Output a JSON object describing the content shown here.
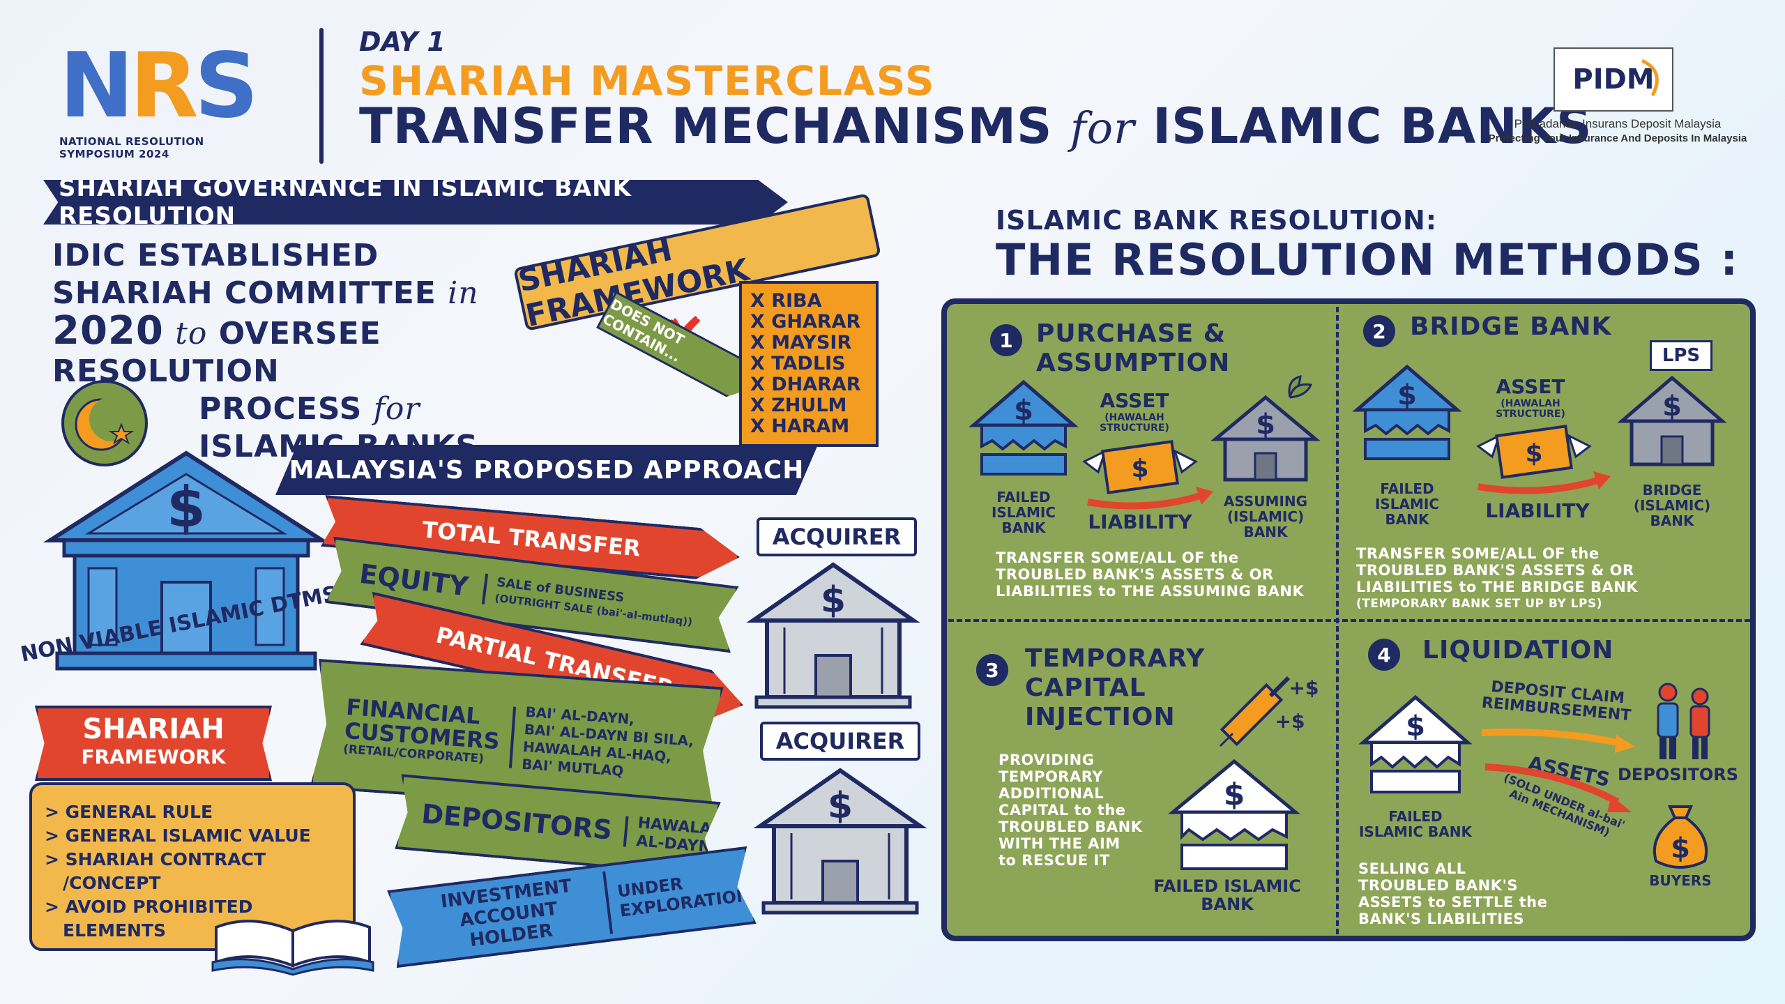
{
  "header": {
    "logo_letters": "NRS",
    "logo_subtitle": "NATIONAL RESOLUTION SYMPOSIUM 2024",
    "day": "DAY 1",
    "masterclass": "SHARIAH MASTERCLASS",
    "title_part1": "TRANSFER MECHANISMS",
    "title_for": "for",
    "title_part2": "ISLAMIC BANKS",
    "pidm_logo": "PIDM",
    "pidm_name": "Perbadanan Insurans Deposit Malaysia",
    "pidm_tagline": "Protecting Your Insurance And Deposits In Malaysia"
  },
  "left": {
    "governance_banner": "SHARIAH GOVERNANCE IN ISLAMIC BANK RESOLUTION",
    "idic_line1": "IDIC ESTABLISHED",
    "idic_line2a": "SHARIAH COMMITTEE",
    "idic_line2b": "in",
    "idic_line3a": "2020",
    "idic_line3b": "to",
    "idic_line3c": "OVERSEE RESOLUTION",
    "idic_line4a": "PROCESS",
    "idic_line4b": "for",
    "idic_line5": "ISLAMIC BANKS",
    "shariah_framework_scroll": "SHARIAH FRAMEWORK",
    "does_not_contain": "DOES NOT CONTAIN...",
    "prohibited": [
      "X RIBA",
      "X GHARAR",
      "X MAYSIR",
      "X TADLIS",
      "X DHARAR",
      "X ZHULM",
      "X HARAM"
    ],
    "non_viable": "NON VIABLE ISLAMIC DTMS",
    "proposed_approach": "MALAYSIA'S PROPOSED APPROACH",
    "total_transfer": "TOTAL TRANSFER",
    "equity_key": "EQUITY",
    "equity_value1": "SALE of BUSINESS",
    "equity_value2": "(OUTRIGHT SALE (bai'-al-mutlaq))",
    "partial_transfer": "PARTIAL TRANSFER",
    "financial_key1": "FINANCIAL",
    "financial_key2": "CUSTOMERS",
    "financial_key3": "(RETAIL/CORPORATE)",
    "financial_values": [
      "BAI' AL-DAYN,",
      "BAI' AL-DAYN BI SILA,",
      "HAWALAH AL-HAQ,",
      "BAI' MUTLAQ"
    ],
    "depositors_key": "DEPOSITORS",
    "depositors_value1": "HAWALAH",
    "depositors_value2": "AL-DAYN",
    "investment_key1": "INVESTMENT",
    "investment_key2": "ACCOUNT HOLDER",
    "investment_value1": "UNDER",
    "investment_value2": "EXPLORATION",
    "acquirer1": "ACQUIRER",
    "acquirer2": "ACQUIRER",
    "sf_title1": "SHARIAH",
    "sf_title2": "FRAMEWORK",
    "sf_items": [
      "> GENERAL RULE",
      "> GENERAL ISLAMIC VALUE",
      "> SHARIAH CONTRACT",
      "/CONCEPT",
      "> AVOID PROHIBITED",
      "ELEMENTS"
    ]
  },
  "right": {
    "subtitle": "ISLAMIC BANK RESOLUTION:",
    "title": "THE RESOLUTION METHODS :",
    "m1": {
      "num": "1",
      "title1": "PURCHASE &",
      "title2": "ASSUMPTION",
      "asset": "ASSET",
      "asset_sub": "(HAWALAH STRUCTURE)",
      "failed": [
        "FAILED",
        "ISLAMIC",
        "BANK"
      ],
      "liability": "LIABILITY",
      "assuming": [
        "ASSUMING",
        "(ISLAMIC)",
        "BANK"
      ],
      "desc": [
        "TRANSFER SOME/ALL OF the",
        "TROUBLED BANK'S ASSETS & OR",
        "LIABILITIES to THE ASSUMING BANK"
      ]
    },
    "m2": {
      "num": "2",
      "title": "BRIDGE BANK",
      "lps": "LPS",
      "asset": "ASSET",
      "asset_sub": "(HAWALAH STRUCTURE)",
      "failed": [
        "FAILED",
        "ISLAMIC",
        "BANK"
      ],
      "liability": "LIABILITY",
      "bridge": [
        "BRIDGE",
        "(ISLAMIC)",
        "BANK"
      ],
      "desc": [
        "TRANSFER SOME/ALL OF the",
        "TROUBLED BANK'S ASSETS & OR",
        "LIABILITIES to THE BRIDGE BANK",
        "(TEMPORARY BANK SET UP BY LPS)"
      ]
    },
    "m3": {
      "num": "3",
      "title1": "TEMPORARY",
      "title2": "CAPITAL",
      "title3": "INJECTION",
      "desc": [
        "PROVIDING",
        "TEMPORARY",
        "ADDITIONAL",
        "CAPITAL to the",
        "TROUBLED BANK",
        "WITH THE AIM",
        "to RESCUE IT"
      ],
      "failed": [
        "FAILED ISLAMIC",
        "BANK"
      ],
      "plus": "+$"
    },
    "m4": {
      "num": "4",
      "title": "LIQUIDATION",
      "deposit_claim": [
        "DEPOSIT CLAIM",
        "REIMBURSEMENT"
      ],
      "depositors": "DEPOSITORS",
      "assets": "ASSETS",
      "assets_sub": [
        "(SOLD UNDER al-bai'",
        "Ain MECHANISM)"
      ],
      "buyers": "BUYERS",
      "failed": [
        "FAILED",
        "ISLAMIC BANK"
      ],
      "desc": [
        "SELLING ALL",
        "TROUBLED BANK'S",
        "ASSETS to SETTLE the",
        "BANK'S LIABILITIES"
      ]
    }
  },
  "colors": {
    "navy": "#1f2a63",
    "orange": "#f39c1f",
    "green": "#7d9a46",
    "red": "#e2452e",
    "blue": "#3f8fd6",
    "yellow": "#f2b84b"
  }
}
